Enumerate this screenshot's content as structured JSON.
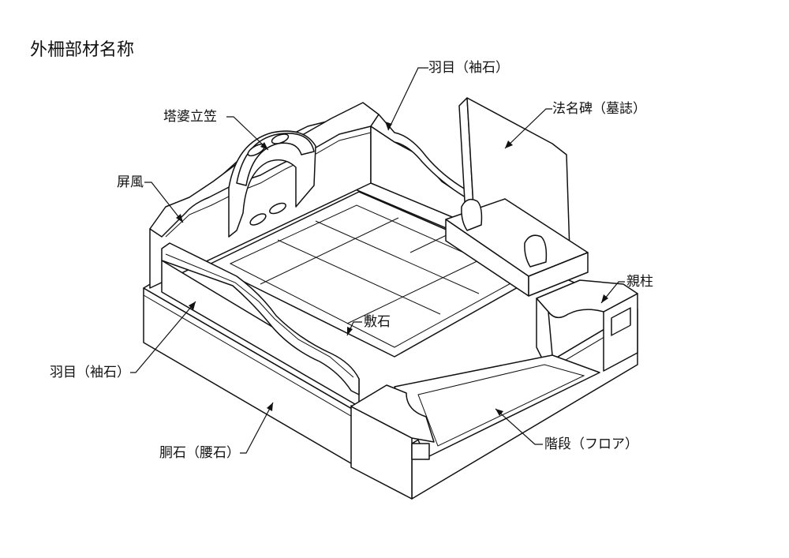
{
  "title": "外柵部材名称",
  "labels": {
    "hane_top": "羽目（袖石）",
    "hoho": "法名碑（墓誌）",
    "toba": "塔婆立笠",
    "byobu": "屏風",
    "oya": "親柱",
    "shiki": "敷石",
    "hane_left": "羽目（袖石）",
    "kaidan": "階段（フロア）",
    "dou": "胴石（腰石）"
  }
}
